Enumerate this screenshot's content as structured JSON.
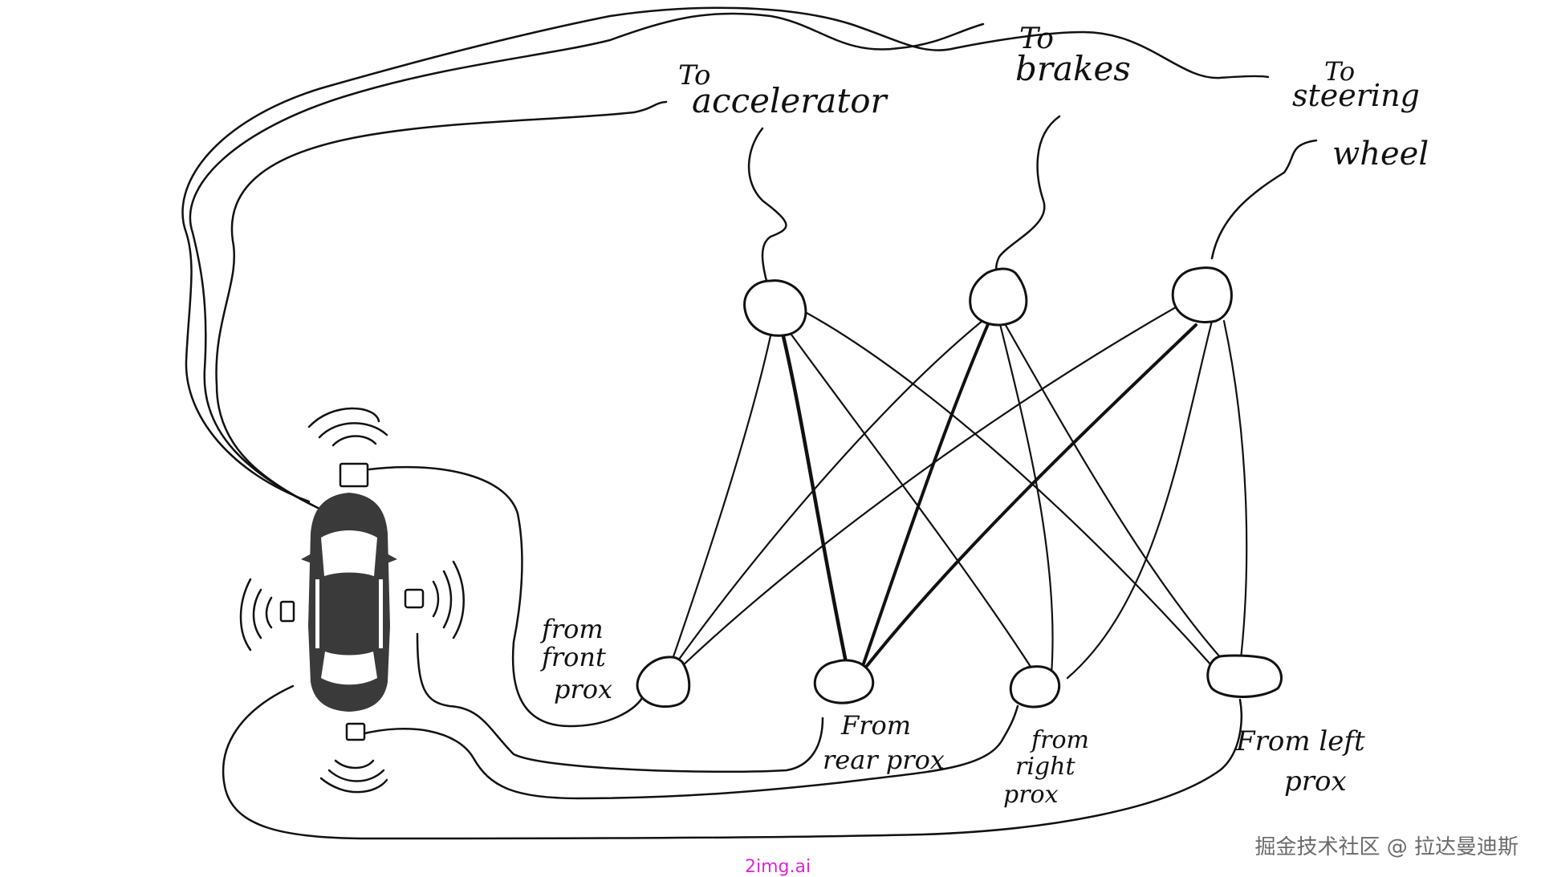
{
  "labels": {
    "to_accelerator": [
      "To",
      "accelerator"
    ],
    "to_brakes": [
      "To",
      "brakes"
    ],
    "to_steering": [
      "To",
      "steering",
      "wheel"
    ],
    "from_front": [
      "from",
      "front",
      "prox"
    ],
    "from_rear": [
      "From",
      "rear prox"
    ],
    "from_right": [
      "from",
      "right",
      "prox"
    ],
    "from_left": [
      "From left",
      "prox"
    ]
  },
  "watermark": {
    "cn": "掘金技术社区 @ 拉达曼迪斯",
    "site": "2img.ai"
  },
  "colors": {
    "ink": "#111111",
    "car": "#3a3a3a",
    "watermark_text": "#6a6a6a",
    "site_text": "#d62ad6"
  }
}
